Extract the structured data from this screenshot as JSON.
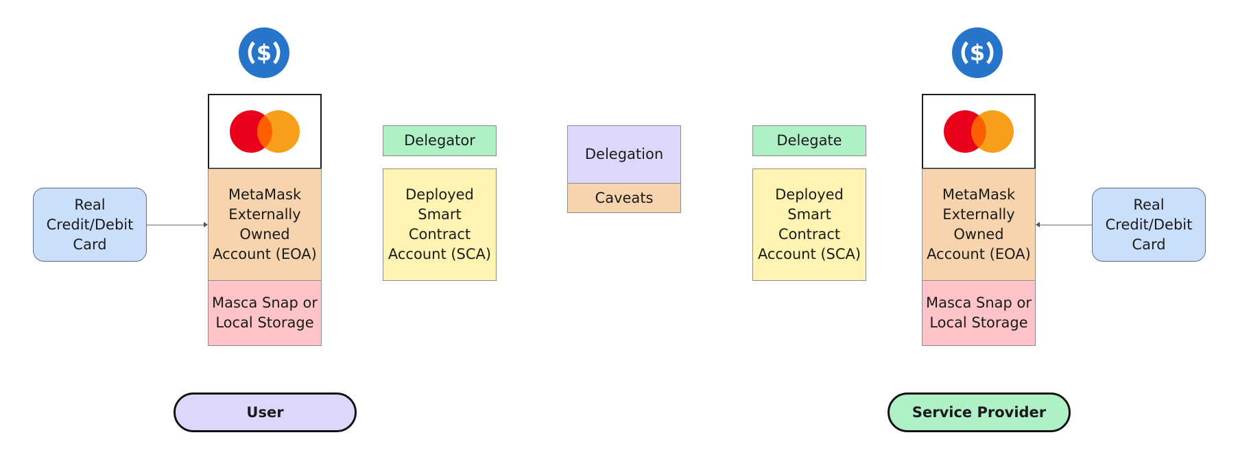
{
  "left": {
    "usdc_icon": "usdc-icon",
    "card_brand_icon": "mastercard-icon",
    "eoa_label": "MetaMask\nExternally\nOwned\nAccount (EOA)",
    "storage_label": "Masca Snap or\nLocal Storage",
    "real_card_label": "Real\nCredit/Debit\nCard",
    "role_tag": "Delegator",
    "sca_label": "Deployed\nSmart\nContract\nAccount (SCA)",
    "actor_label": "User"
  },
  "center": {
    "delegation_label": "Delegation",
    "caveats_label": "Caveats"
  },
  "right": {
    "usdc_icon": "usdc-icon",
    "card_brand_icon": "mastercard-icon",
    "eoa_label": "MetaMask\nExternally\nOwned\nAccount (EOA)",
    "storage_label": "Masca Snap or\nLocal Storage",
    "real_card_label": "Real\nCredit/Debit\nCard",
    "role_tag": "Delegate",
    "sca_label": "Deployed\nSmart\nContract\nAccount (SCA)",
    "actor_label": "Service Provider"
  },
  "colors": {
    "usdc_blue": "#2775ca",
    "mc_red": "#eb001b",
    "mc_orange": "#f79e1b",
    "mc_overlap": "#ff5f00"
  }
}
